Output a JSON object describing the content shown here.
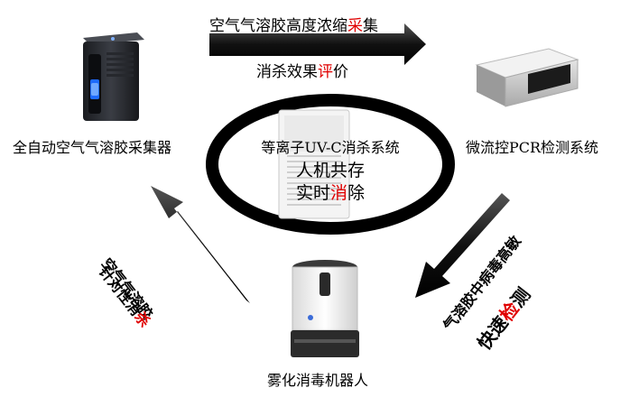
{
  "top_arrow": {
    "label_prefix": "空气气溶胶高度浓缩",
    "label_highlight": "采",
    "label_suffix": "集",
    "sub_prefix": "消杀效果",
    "sub_highlight": "评",
    "sub_suffix": "价"
  },
  "devices": {
    "collector": "全自动空气气溶胶采集器",
    "pcr": "微流控PCR检测系统",
    "robot": "雾化消毒机器人"
  },
  "center": {
    "title": "等离子UV-C消杀系统",
    "line1": "人机共存",
    "line2_prefix": "实时",
    "line2_highlight": "消",
    "line2_suffix": "除"
  },
  "right_arrow": {
    "line1": "气溶胶中病毒高敏",
    "line2_prefix": "快速",
    "line2_highlight": "检",
    "line2_suffix": "测"
  },
  "left_arrow": {
    "line1": "空气气溶胶",
    "line2_prefix": "针对性消",
    "line2_highlight": "杀"
  },
  "colors": {
    "highlight": "#e00000",
    "arrow": "#000000"
  }
}
